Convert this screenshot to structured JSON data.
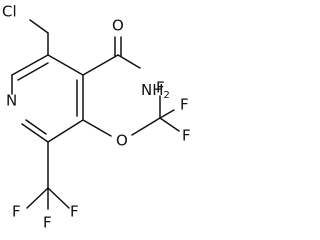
{
  "structure": {
    "atoms": {
      "chlorine": "Cl",
      "carbonyl_oxygen": "O",
      "amide_nitrogen": "NH",
      "amide_subscript": "2",
      "ring_nitrogen": "N",
      "ether_oxygen": "O",
      "fluorines": [
        "F",
        "F",
        "F",
        "F",
        "F",
        "F"
      ]
    }
  }
}
